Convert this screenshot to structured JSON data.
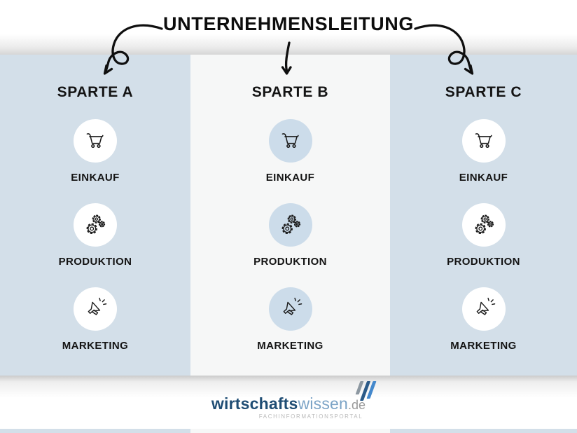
{
  "title": "UNTERNEHMENSLEITUNG",
  "columns": [
    {
      "title": "SPARTE A",
      "items": [
        {
          "icon": "shopping-cart",
          "label": "EINKAUF"
        },
        {
          "icon": "gears",
          "label": "PRODUKTION"
        },
        {
          "icon": "megaphone",
          "label": "MARKETING"
        }
      ]
    },
    {
      "title": "SPARTE B",
      "items": [
        {
          "icon": "shopping-cart",
          "label": "EINKAUF"
        },
        {
          "icon": "gears",
          "label": "PRODUKTION"
        },
        {
          "icon": "megaphone",
          "label": "MARKETING"
        }
      ]
    },
    {
      "title": "SPARTE C",
      "items": [
        {
          "icon": "shopping-cart",
          "label": "EINKAUF"
        },
        {
          "icon": "gears",
          "label": "PRODUKTION"
        },
        {
          "icon": "megaphone",
          "label": "MARKETING"
        }
      ]
    }
  ],
  "footer": {
    "logo_bold": "wirtschafts",
    "logo_light": "wissen",
    "logo_tld": ".de",
    "tagline": "FACHINFORMATIONSPORTAL"
  },
  "colors": {
    "column_blue": "#d3dfe9",
    "column_light": "#f6f7f7",
    "circle_white": "#ffffff",
    "circle_blue": "#ccdcea",
    "ink": "#141414",
    "logo_navy": "#1f4d74",
    "logo_blue": "#7ba3c6",
    "logo_gray": "#9a9a9a",
    "tagline_gray": "#bcbcbc",
    "bar_gray": "#8d98a1",
    "bar_navy": "#2b5a88",
    "bar_blue": "#4488cc"
  }
}
